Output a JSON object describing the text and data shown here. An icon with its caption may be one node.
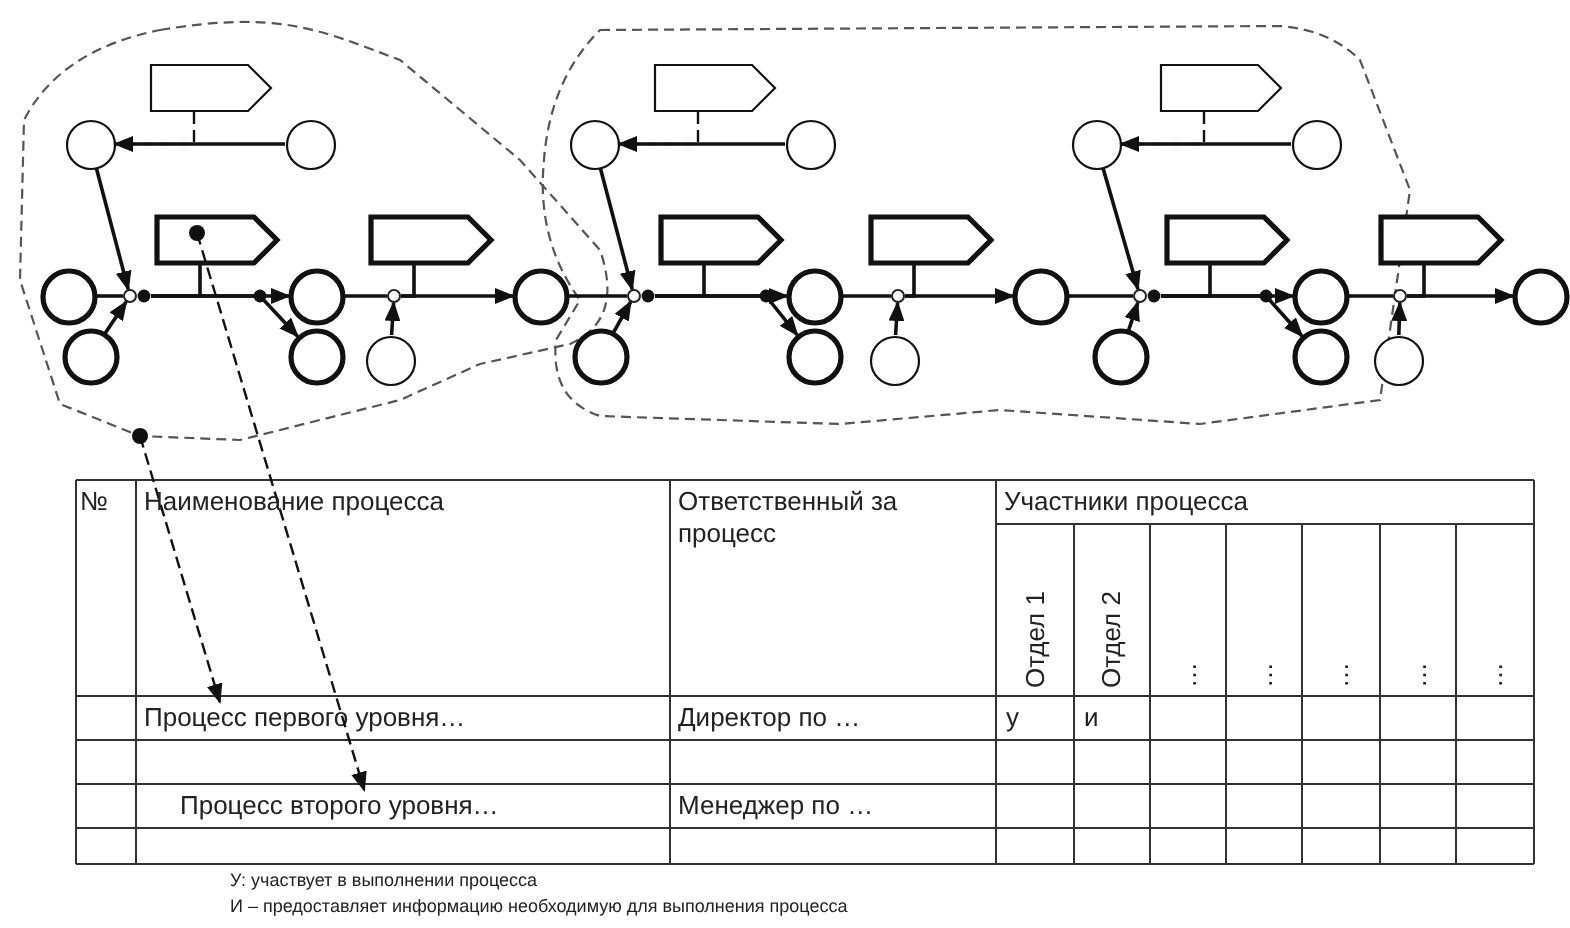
{
  "diagram": {
    "nodes": [
      {
        "text": [],
        "shape": "cloud"
      },
      {
        "text": [],
        "shape": "flag",
        "in": 0
      },
      {
        "text": [],
        "shape": "circle",
        "in": 0
      },
      {
        "text": [],
        "shape": "circle",
        "in": 0
      },
      {
        "text": [],
        "shape": "flag",
        "in": 0
      },
      {
        "text": [],
        "shape": "flag",
        "in": 0
      },
      {
        "text": [],
        "shape": "circle",
        "in": 0
      },
      {
        "text": [],
        "shape": "circle",
        "in": 0
      },
      {
        "text": [],
        "shape": "circle",
        "in": 0
      },
      {
        "text": [],
        "shape": "circle",
        "in": 0
      },
      {
        "text": [],
        "shape": "circle",
        "in": 0
      },
      {
        "text": [],
        "shape": "circle",
        "in": 0
      },
      {
        "text": [],
        "shape": "circle",
        "in": 0
      },
      {
        "text": [],
        "shape": "circle",
        "in": 0
      },
      {
        "text": [],
        "shape": "cloud"
      },
      {
        "text": [],
        "shape": "flag",
        "in": 14
      },
      {
        "text": [],
        "shape": "flag",
        "in": 14
      },
      {
        "text": [],
        "shape": "circle",
        "in": 14
      },
      {
        "text": [],
        "shape": "circle",
        "in": 14
      },
      {
        "text": [],
        "shape": "circle",
        "in": 14
      },
      {
        "text": [],
        "shape": "circle",
        "in": 14
      },
      {
        "text": [],
        "shape": "flag",
        "in": 14
      },
      {
        "text": [],
        "shape": "flag",
        "in": 14
      },
      {
        "text": [],
        "shape": "flag",
        "in": 14
      },
      {
        "text": [],
        "shape": "circle",
        "in": 14
      },
      {
        "text": [],
        "shape": "circle",
        "in": 14
      },
      {
        "text": [],
        "shape": "circle",
        "in": 14
      },
      {
        "text": [],
        "shape": "circle",
        "in": 14
      },
      {
        "text": [],
        "shape": "circle",
        "in": 14
      },
      {
        "text": [],
        "shape": "circle",
        "in": 14
      },
      {
        "text": [],
        "shape": "circle",
        "in": 14
      },
      {
        "text": [],
        "shape": "circle",
        "in": 14
      },
      {
        "text": [],
        "shape": "circle",
        "in": 14
      },
      {
        "text": [],
        "shape": "circle",
        "in": 14
      },
      {
        "text": [],
        "shape": "circle",
        "in": 14
      },
      {
        "text": [],
        "shape": "flag"
      },
      {
        "text": [],
        "shape": "circle"
      },
      {
        "text": [],
        "shape": "circle"
      },
      {
        "text": [],
        "shape": "circle"
      },
      {
        "text": [
          "Процесс первого уровня…"
        ]
      },
      {
        "text": [
          "Процесс второго уровня…"
        ]
      }
    ],
    "edges": [
      {
        "from": 3,
        "to": 2,
        "arrow": "to"
      },
      {
        "from": 2,
        "to": 7,
        "arrow": "to"
      },
      {
        "from": 6,
        "to": 7,
        "arrow": "none"
      },
      {
        "from": 11,
        "to": 7,
        "arrow": "to"
      },
      {
        "from": 7,
        "to": 8,
        "arrow": "to"
      },
      {
        "from": 7,
        "to": 12,
        "arrow": "to"
      },
      {
        "from": 8,
        "to": 9,
        "arrow": "none"
      },
      {
        "from": 13,
        "to": 9,
        "arrow": "to"
      },
      {
        "from": 9,
        "to": 10,
        "arrow": "to"
      },
      {
        "from": 10,
        "to": 24,
        "arrow": "none"
      },
      {
        "from": 18,
        "to": 17,
        "arrow": "to"
      },
      {
        "from": 17,
        "to": 24,
        "arrow": "to"
      },
      {
        "from": 30,
        "to": 24,
        "arrow": "to"
      },
      {
        "from": 24,
        "to": 25,
        "arrow": "to"
      },
      {
        "from": 24,
        "to": 31,
        "arrow": "to"
      },
      {
        "from": 25,
        "to": 26,
        "arrow": "none"
      },
      {
        "from": 32,
        "to": 26,
        "arrow": "to"
      },
      {
        "from": 26,
        "to": 27,
        "arrow": "to"
      },
      {
        "from": 27,
        "to": 28,
        "arrow": "none"
      },
      {
        "from": 20,
        "to": 19,
        "arrow": "to"
      },
      {
        "from": 19,
        "to": 28,
        "arrow": "to"
      },
      {
        "from": 33,
        "to": 28,
        "arrow": "to"
      },
      {
        "from": 28,
        "to": 29,
        "arrow": "to"
      },
      {
        "from": 28,
        "to": 34,
        "arrow": "to"
      },
      {
        "from": 29,
        "to": 36,
        "arrow": "none"
      },
      {
        "from": 38,
        "to": 36,
        "arrow": "to"
      },
      {
        "from": 36,
        "to": 37,
        "arrow": "to"
      },
      {
        "from": 4,
        "to": 40,
        "arrow": "to",
        "style": "dashed"
      },
      {
        "from": 0,
        "to": 39,
        "arrow": "to",
        "style": "dashed"
      },
      {
        "from": 1,
        "to": 2,
        "arrow": "none",
        "style": "dashed"
      },
      {
        "from": 4,
        "to": 7,
        "arrow": "none"
      },
      {
        "from": 5,
        "to": 9,
        "arrow": "none"
      },
      {
        "from": 15,
        "to": 17,
        "arrow": "none",
        "style": "dashed"
      },
      {
        "from": 16,
        "to": 19,
        "arrow": "none",
        "style": "dashed"
      },
      {
        "from": 21,
        "to": 24,
        "arrow": "none"
      },
      {
        "from": 22,
        "to": 26,
        "arrow": "none"
      },
      {
        "from": 23,
        "to": 28,
        "arrow": "none"
      },
      {
        "from": 35,
        "to": 36,
        "arrow": "none"
      }
    ],
    "labels": [
      "№",
      "Наименование процесса",
      "Ответственный за процесс",
      "Участники процесса",
      "Отдел 1",
      "Отдел 2",
      "…",
      "…",
      "…",
      "…",
      "…",
      "Директор по …",
      "у",
      "и",
      "Менеджер по …",
      "У: участвует в выполнении процесса",
      "И – предоставляет информацию необходимую для выполнения процесса"
    ]
  }
}
